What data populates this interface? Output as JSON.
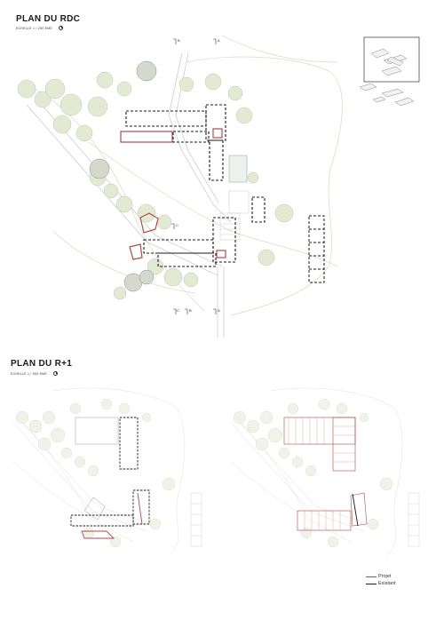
{
  "plan_rdc": {
    "title": "PLAN DU RDC",
    "scale": "ECHELLE 1 / 250 EME",
    "section_marks": [
      "B",
      "A",
      "C",
      "C'",
      "B'",
      "A'"
    ]
  },
  "plan_r1": {
    "title": "PLAN DU R+1",
    "scale": "ECHELLE 1 / 500 EME"
  },
  "legend": {
    "items": [
      {
        "label": "Projet",
        "color": "#b04a4a"
      },
      {
        "label": "Existant",
        "color": "#1a1a40"
      }
    ]
  },
  "colors": {
    "tree": "#dfe6cc",
    "tree_stroke": "#b9c2a6",
    "projet": "#b04a4a",
    "existant": "#1a1a1a",
    "contour": "#d6dbc4"
  }
}
